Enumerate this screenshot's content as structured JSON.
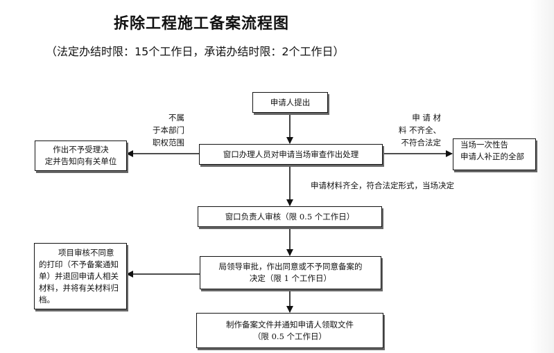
{
  "title": "拆除工程施工备案流程图",
  "subtitle": "（法定办结时限：15个工作日，承诺办结时限：2个工作日）",
  "boxes": {
    "apply": "申请人提出",
    "window_review": "窗口办理人员对申请当场审查作出处理",
    "reject": [
      "作出不予受理决",
      "定并告知向有关单位"
    ],
    "supplement": [
      "当场一次性告",
      "申请人补正的全部"
    ],
    "chief_review": "窗口负责人审核（限 0.5 个工作日）",
    "bureau_approval": [
      "局领导审批，作出同意或不予同意备案的",
      "决定（限 1 个工作日）"
    ],
    "return_print": [
      "项目审核不同意",
      "的打印（不予备案通知",
      "单）并退回申请人相关",
      "材料，并将有关材料归",
      "档。"
    ],
    "issue_file": [
      "制作备案文件并通知申请人领取文件",
      "（限 0.5 个工作日）"
    ]
  },
  "notes": {
    "not_dept": [
      "不属",
      "于本部门",
      "职权范围"
    ],
    "incomplete": [
      "申 请 材",
      "料 不齐全、",
      "不符合法定"
    ],
    "complete": "申请材料齐全，符合法定形式，当场决定"
  }
}
